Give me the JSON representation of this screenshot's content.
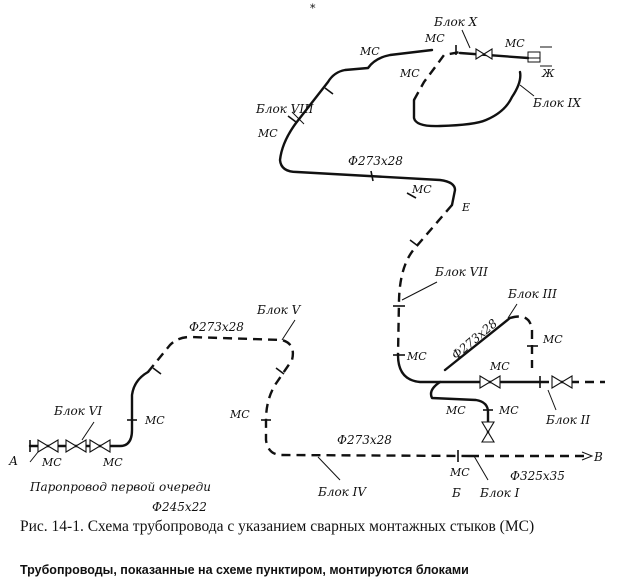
{
  "diagram": {
    "labels": {
      "block_x": "Блок X",
      "block_ix": "Блок IX",
      "block_viii": "Блок VIII",
      "block_vii": "Блок VII",
      "block_vi": "Блок VI",
      "block_v": "Блок V",
      "block_iv": "Блок IV",
      "block_iii": "Блок III",
      "block_ii": "Блок II",
      "block_i": "Блок I",
      "diam_273_top": "Ф273x28",
      "diam_273_mid": "Ф273x28",
      "diam_273_left": "Ф273x28",
      "diam_273_bottom": "Ф273x28",
      "diam_245": "Ф245x22",
      "diam_325": "Ф325x35",
      "steam_line": "Паропровод первой очереди",
      "point_a": "А",
      "point_b": "Б",
      "point_v": "В",
      "point_e": "Е",
      "point_zh": "Ж",
      "star": "*",
      "ms": "МС"
    }
  },
  "caption": {
    "title": "Рис. 14-1. Схема трубопровода с указанием сварных монтажных стыков (МС)",
    "note": "Трубопроводы, показанные на схеме пунктиром, монтируются блоками"
  }
}
